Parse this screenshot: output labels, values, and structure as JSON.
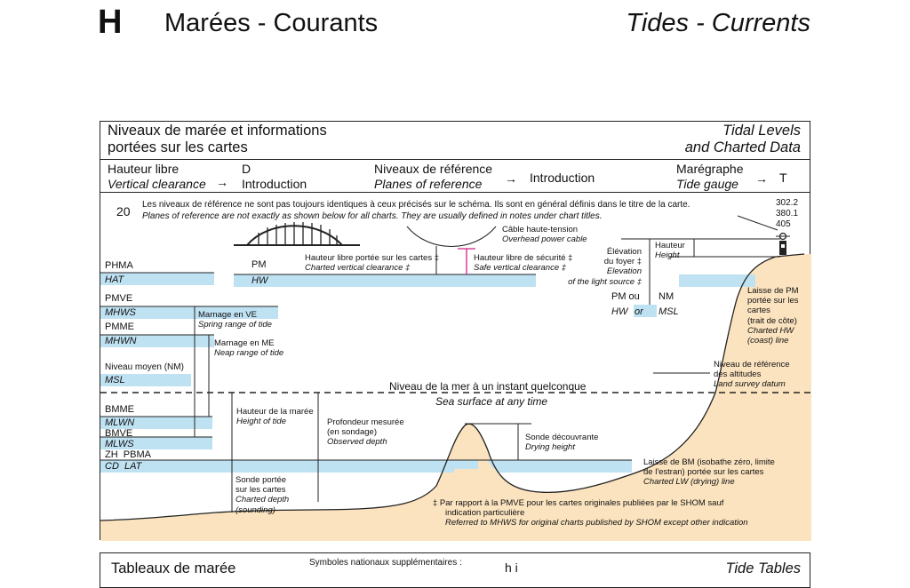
{
  "header": {
    "letter": "H",
    "title_fr": "Marées - Courants",
    "title_en": "Tides - Currents"
  },
  "panel": {
    "title_fr_1": "Niveaux de marée et informations",
    "title_fr_2": "portées sur les cartes",
    "title_en_1": "Tidal Levels",
    "title_en_2": "and Charted Data"
  },
  "refs": {
    "vc_fr": "Hauteur libre",
    "vc_en": "Vertical clearance",
    "d_letter": "D",
    "intro1": "Introduction",
    "por_fr": "Niveaux de référence",
    "por_en": "Planes of reference",
    "intro2": "Introduction",
    "tg_fr": "Marégraphe",
    "tg_en": "Tide gauge",
    "t_letter": "T",
    "arrow": "→"
  },
  "note": {
    "number": "20",
    "fr": "Les niveaux de référence ne sont pas toujours identiques à ceux précisés sur le schéma. Ils sont en général définis dans le titre de la carte.",
    "en": "Planes of reference are not exactly as shown below for all charts. They are usually defined in notes under chart titles.",
    "codes": [
      "302.2",
      "380.1",
      "405"
    ]
  },
  "left_levels": {
    "phma": "PHMA",
    "hat": "HAT",
    "pmve": "PMVE",
    "mhws": "MHWS",
    "pmme": "PMME",
    "mhwn": "MHWN",
    "nm_fr": "Niveau moyen (NM)",
    "msl": "MSL",
    "bmme": "BMME",
    "mlwn": "MLWN",
    "bmve": "BMVE",
    "mlws": "MLWS",
    "zh_pbma": "ZH  PBMA",
    "cd_lat": "CD  LAT"
  },
  "ranges": {
    "spring_fr": "Marnage en VE",
    "spring_en": "Spring range of tide",
    "neap_fr": "Marnage en ME",
    "neap_en": "Neap range of tide"
  },
  "bridge": {
    "pm": "PM",
    "hw": "HW",
    "cvc_fr": "Hauteur libre portée sur les cartes ‡",
    "cvc_en": "Charted vertical clearance ‡",
    "svc_fr": "Hauteur libre de sécurité ‡",
    "svc_en": "Safe vertical clearance ‡",
    "cable_fr": "Câble haute-tension",
    "cable_en": "Overhead power cable"
  },
  "light": {
    "elev_fr_1": "Élévation",
    "elev_fr_2": "du foyer ‡",
    "elev_en_1": "Elevation",
    "elev_en_2": "of the light source ‡",
    "height_fr": "Hauteur",
    "height_en": "Height",
    "pm_ou": "PM ou",
    "nm": "NM",
    "hw": "HW",
    "or": "or",
    "msl": "MSL"
  },
  "coast": {
    "pm_fr_1": "Laisse de PM",
    "pm_fr_2": "portée sur les",
    "pm_fr_3": "cartes",
    "pm_fr_4": "(trait de côte)",
    "pm_en_1": "Charted HW",
    "pm_en_2": "(coast) line",
    "datum_fr_1": "Niveau de référence",
    "datum_fr_2": "des altitudes",
    "datum_en": "Land survey datum"
  },
  "sea": {
    "fr": "Niveau de la mer à un instant quelconque",
    "en": "Sea surface at any time"
  },
  "depths": {
    "hot_fr": "Hauteur de la marée",
    "hot_en": "Height of tide",
    "obs_fr_1": "Profondeur mesurée",
    "obs_fr_2": "(en sondage)",
    "obs_en": "Observed depth",
    "dry_fr": "Sonde découvrante",
    "dry_en": "Drying height",
    "cd_fr_1": "Sonde portée",
    "cd_fr_2": "sur les cartes",
    "cd_en_1": "Charted depth",
    "cd_en_2": "(sounding)",
    "lw_fr_1": "Laisse de BM (isobathe zéro, limite",
    "lw_fr_2": "de l'estran) portée sur les cartes",
    "lw_en": "Charted LW (drying) line"
  },
  "footnote": {
    "fr_1": "‡  Par rapport à la PMVE pour les cartes originales publiées par le SHOM sauf",
    "fr_2": "indication particulière",
    "en": "Referred to MHWS for original charts published by SHOM except other indication"
  },
  "bottom": {
    "left": "Tableaux de marée",
    "mid": "Symboles nationaux supplémentaires :",
    "mid_letters": "h i",
    "right": "Tide Tables"
  },
  "colors": {
    "water": "#bfe2f3",
    "land": "#fbe3bf",
    "magenta": "#d0208a",
    "line": "#222222"
  }
}
